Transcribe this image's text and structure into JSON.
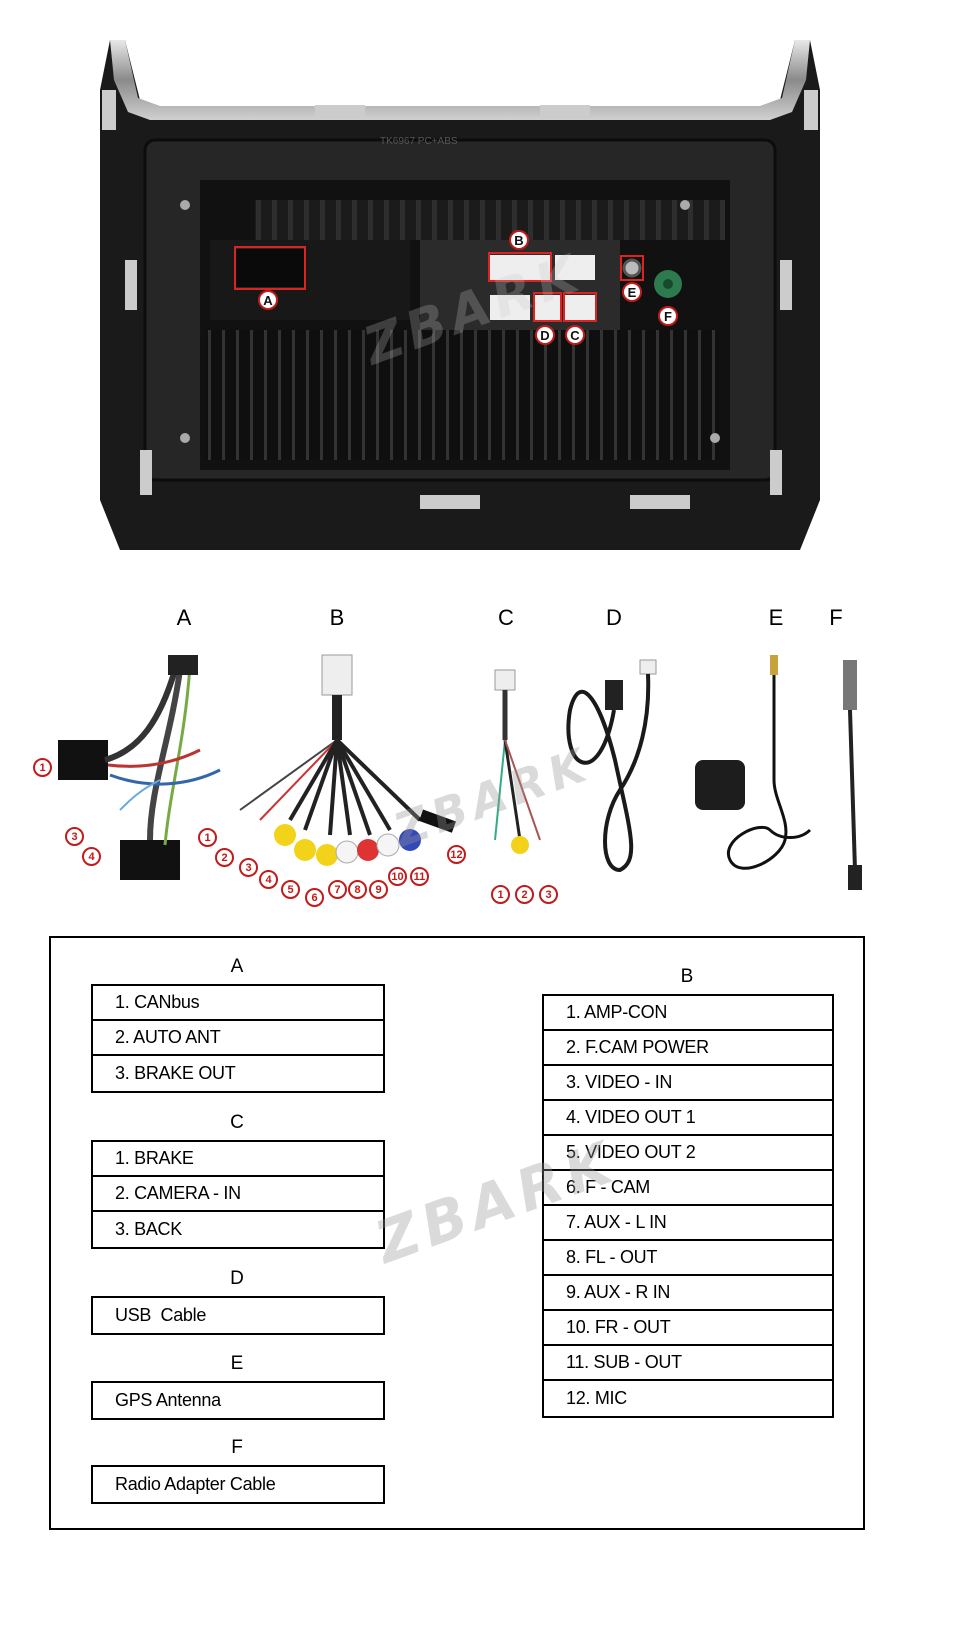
{
  "photo": {
    "callouts": [
      "A",
      "B",
      "C",
      "D",
      "E",
      "F"
    ],
    "label_text": "TK6967 PC+ABS",
    "watermark": "ZBARK"
  },
  "cables": {
    "headers": [
      "A",
      "B",
      "C",
      "D",
      "E",
      "F"
    ],
    "a_numbers": [
      "1",
      "3",
      "4"
    ],
    "b_numbers": [
      "1",
      "2",
      "3",
      "4",
      "5",
      "6",
      "7",
      "8",
      "9",
      "10",
      "11",
      "12"
    ],
    "c_numbers": [
      "1",
      "2",
      "3"
    ],
    "watermark": "ZBARK"
  },
  "legend": {
    "A": {
      "title": "A",
      "items": [
        "1. CANbus",
        "2. AUTO ANT",
        "3. BRAKE OUT"
      ]
    },
    "C": {
      "title": "C",
      "items": [
        "1. BRAKE",
        "2. CAMERA - IN",
        "3. BACK"
      ]
    },
    "D": {
      "title": "D",
      "items": [
        "USB  Cable"
      ]
    },
    "E": {
      "title": "E",
      "items": [
        "GPS Antenna"
      ]
    },
    "F": {
      "title": "F",
      "items": [
        "Radio Adapter Cable"
      ]
    },
    "B": {
      "title": "B",
      "items": [
        "1. AMP-CON",
        "2. F.CAM POWER",
        "3. VIDEO - IN",
        "4. VIDEO OUT 1",
        "5. VIDEO OUT 2",
        "6. F - CAM",
        "7. AUX - L IN",
        "8. FL - OUT",
        "9. AUX - R IN",
        "10. FR - OUT",
        "11. SUB - OUT",
        "12. MIC"
      ]
    },
    "watermark": "ZBARK"
  },
  "colors": {
    "accent_red": "#c21b1b",
    "frame_black": "#1a1a1a",
    "chrome": "#9a9a9a"
  }
}
